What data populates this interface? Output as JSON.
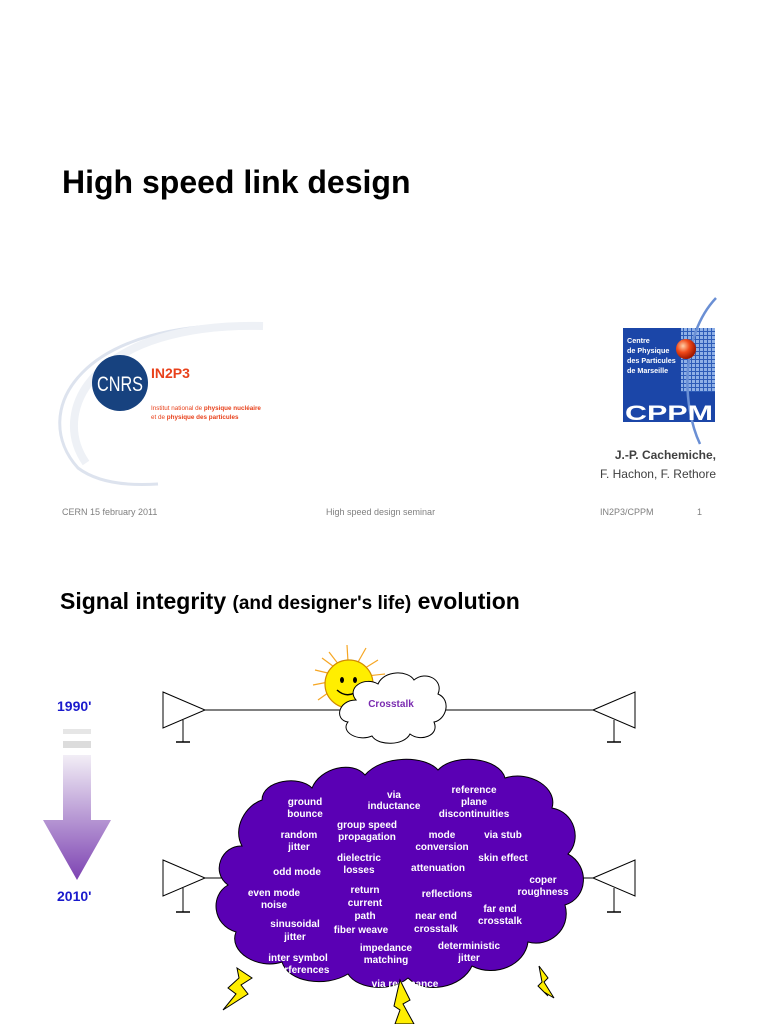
{
  "slide1": {
    "title": "High speed link design",
    "cnrs_logo": {
      "wordmark": "CNRS",
      "brand": "IN2P3",
      "line1_plain": "Institut national de ",
      "line1_bold": "physique nucléaire",
      "line2_plain": "et de ",
      "line2_bold": "physique des particules"
    },
    "cppm_logo": {
      "lines": [
        "Centre",
        "de Physique",
        "des Particules",
        "de Marseille"
      ],
      "acronym": "CPPM"
    },
    "authors": {
      "line1": "J.-P. Cachemiche,",
      "line2": "F. Hachon, F. Rethore"
    },
    "footer": {
      "left": "CERN  15 february 2011",
      "center": "High speed design seminar",
      "right": "IN2P3/CPPM",
      "page": "1"
    }
  },
  "slide2": {
    "title_main": "Signal integrity ",
    "title_sub": "(and designer's life)",
    "title_end": " evolution",
    "year_start": "1990'",
    "year_end": "2010'",
    "cloud_small_label": "Crosstalk",
    "cloud_terms": [
      "ground bounce",
      "via inductance",
      "reference plane discontinuities",
      "group speed propagation",
      "random jitter",
      "mode conversion",
      "via stub",
      "dielectric losses",
      "odd mode",
      "attenuation",
      "skin effect",
      "even mode noise",
      "return current path",
      "reflections",
      "coper roughness",
      "far end crosstalk",
      "sinusoidal jitter",
      "fiber weave",
      "near end crosstalk",
      "impedance matching",
      "deterministic jitter",
      "inter symbol interferences",
      "via resonance"
    ],
    "colors": {
      "cloud_big": "#5a00b4",
      "arrow": "#8a55bb",
      "year": "#1a1acc",
      "crosstalk_text": "#7a2bb0",
      "sun": "#ffee00"
    }
  }
}
